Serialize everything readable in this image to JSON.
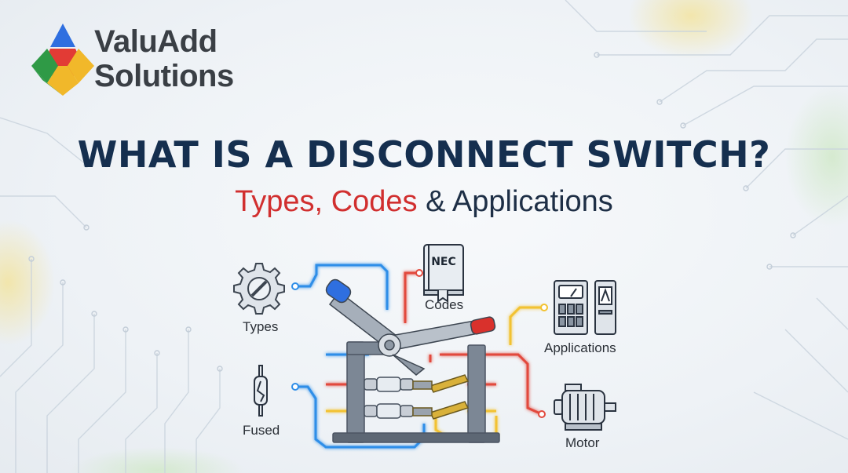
{
  "brand": {
    "line1": "ValuAdd",
    "line2": "Solutions"
  },
  "title": "WHAT IS A DISCONNECT SWITCH?",
  "subtitle": {
    "part1": "Types,",
    "part2": "Codes",
    "part3": "& Applications"
  },
  "labels": {
    "types": "Types",
    "codes": "Codes",
    "book": "NEC",
    "applications": "Applications",
    "fused": "Fused",
    "motor": "Motor"
  },
  "colors": {
    "navy": "#152f4f",
    "red": "#d12f2f",
    "blue": "#2f8ee8",
    "yellow": "#f2c230",
    "orange": "#f08a3c"
  }
}
